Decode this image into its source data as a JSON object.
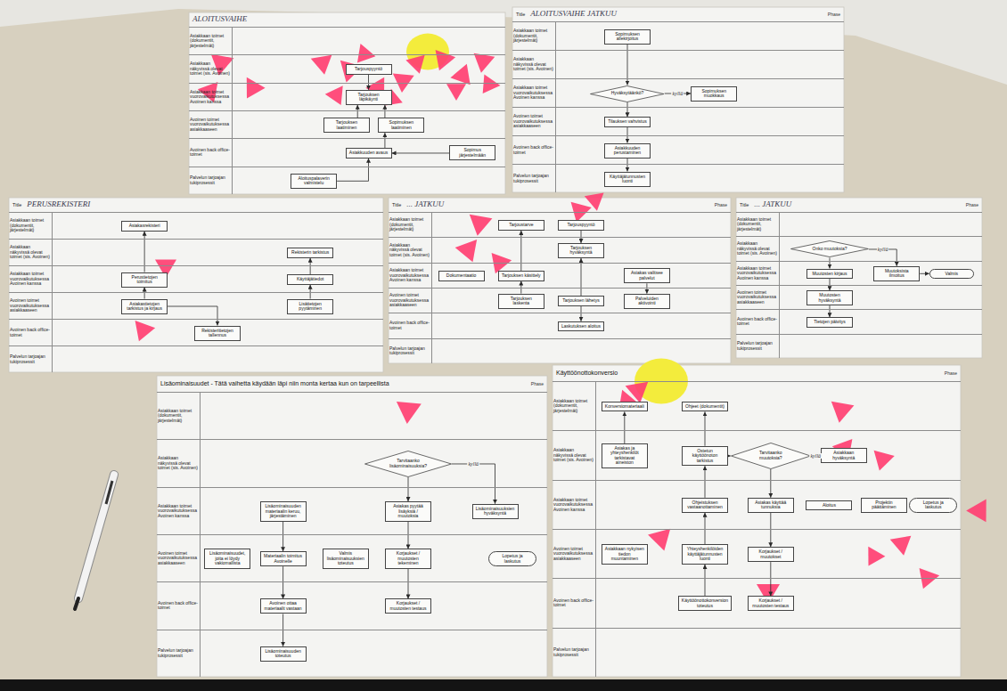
{
  "diagram": {
    "nodes": [
      {
        "text": [
          "ALOITUSVAIHE"
        ]
      },
      {
        "text": [
          "Asiakkaan toimet (dokumentit, järjestelmät)"
        ],
        "in": 0
      },
      {
        "text": [
          "Asiakkaan näkyvissä olevat toimet (sis. Avoinen)"
        ],
        "in": 0
      },
      {
        "text": [
          "Asiakkaan toimet vuorovaikutuksessa Avoinen kanssa"
        ],
        "in": 0
      },
      {
        "text": [
          "Avoinen toimet vuorovaikutuksessa asiakkaaseen"
        ],
        "in": 0
      },
      {
        "text": [
          "Avoinen back office-toimet"
        ],
        "in": 0
      },
      {
        "text": [
          "Palvelun tarjoajan tukiprosessit"
        ],
        "in": 0
      },
      {
        "text": [
          "Tarjouspyyntö"
        ],
        "in": 2
      },
      {
        "text": [
          "Tarjouksen läpikäynti"
        ],
        "in": 3
      },
      {
        "text": [
          "Tarjouksen laatiminen"
        ],
        "in": 4
      },
      {
        "text": [
          "Sopimuksen laatiminen"
        ],
        "in": 4
      },
      {
        "text": [
          "Asiakkuuden avaus"
        ],
        "in": 5
      },
      {
        "text": [
          "Sopimus järjestelmään"
        ],
        "in": 5
      },
      {
        "text": [
          "Aloituspalaverin valmistelu"
        ],
        "in": 6
      },
      {
        "text": [
          "Title",
          "ALOITUSVAIHE JATKUU"
        ]
      },
      {
        "text": [
          "Asiakkaan toimet (dokumentit, järjestelmät)"
        ],
        "in": 14
      },
      {
        "text": [
          "Asiakkaan näkyvissä olevat toimet (sis. Avoinen)"
        ],
        "in": 14
      },
      {
        "text": [
          "Asiakkaan toimet vuorovaikutuksessa Avoinen kanssa"
        ],
        "in": 14
      },
      {
        "text": [
          "Avoinen toimet vuorovaikutuksessa asiakkaaseen"
        ],
        "in": 14
      },
      {
        "text": [
          "Avoinen back office-toimet"
        ],
        "in": 14
      },
      {
        "text": [
          "Palvelun tarjoajan tukiprosessit"
        ],
        "in": 14
      },
      {
        "text": [
          "Sopimuksen allekirjoitus"
        ],
        "in": 15
      },
      {
        "text": [
          "Hyväksytäänkö?"
        ],
        "in": 17
      },
      {
        "text": [
          "Sopimuksen muokkaus"
        ],
        "in": 17
      },
      {
        "text": [
          "Tilauksen vahvistus"
        ],
        "in": 18
      },
      {
        "text": [
          "Asiakkuuden perustaminen"
        ],
        "in": 19
      },
      {
        "text": [
          "Käyttäjätunnusten luonti"
        ],
        "in": 20
      },
      {
        "text": [
          "Title",
          "PERUSREKISTERI"
        ]
      },
      {
        "text": [
          "Asiakkaan toimet (dokumentit, järjestelmät)"
        ],
        "in": 27
      },
      {
        "text": [
          "Asiakkaan näkyvissä olevat toimet (sis. Avoinen)"
        ],
        "in": 27
      },
      {
        "text": [
          "Asiakkaan toimet vuorovaikutuksessa Avoinen kanssa"
        ],
        "in": 27
      },
      {
        "text": [
          "Avoinen toimet vuorovaikutuksessa asiakkaaseen"
        ],
        "in": 27
      },
      {
        "text": [
          "Avoinen back office-toimet"
        ],
        "in": 27
      },
      {
        "text": [
          "Palvelun tarjoajan tukiprosessit"
        ],
        "in": 27
      },
      {
        "text": [
          "Asiakasrekisteri"
        ],
        "in": 28
      },
      {
        "text": [
          "Perustietojen toimitus"
        ],
        "in": 30
      },
      {
        "text": [
          "Asiakastietojen tarkistus ja kirjaus"
        ],
        "in": 31
      },
      {
        "text": [
          "Rekisterin tarkistus"
        ],
        "in": 29
      },
      {
        "text": [
          "Käyttäjätiedot"
        ],
        "in": 30
      },
      {
        "text": [
          "Lisätietojen pyytäminen"
        ],
        "in": 31
      },
      {
        "text": [
          "Rekisteritietojen tallennus"
        ],
        "in": 32
      },
      {
        "text": [
          "Title",
          "... JATKUU"
        ]
      },
      {
        "text": [
          "Asiakkaan toimet (dokumentit, järjestelmät)"
        ],
        "in": 41
      },
      {
        "text": [
          "Asiakkaan näkyvissä olevat toimet (sis. Avoinen)"
        ],
        "in": 41
      },
      {
        "text": [
          "Asiakkaan toimet vuorovaikutuksessa Avoinen kanssa"
        ],
        "in": 41
      },
      {
        "text": [
          "Avoinen toimet vuorovaikutuksessa asiakkaaseen"
        ],
        "in": 41
      },
      {
        "text": [
          "Avoinen back office-toimet"
        ],
        "in": 41
      },
      {
        "text": [
          "Palvelun tarjoajan tukiprosessit"
        ],
        "in": 41
      },
      {
        "text": [
          "Tarjoustarve"
        ],
        "in": 42
      },
      {
        "text": [
          "Tarjouspyyntö"
        ],
        "in": 42
      },
      {
        "text": [
          "Tarjouksen hyväksyntä"
        ],
        "in": 43
      },
      {
        "text": [
          "Tarjouksen käsittely"
        ],
        "in": 44
      },
      {
        "text": [
          "Tarjouksen laskenta"
        ],
        "in": 45
      },
      {
        "text": [
          "Tarjouksen lähetys"
        ],
        "in": 45
      },
      {
        "text": [
          "Asiakas valitsee palvelut"
        ],
        "in": 44
      },
      {
        "text": [
          "Palveluiden aktivointi"
        ],
        "in": 45
      },
      {
        "text": [
          "Dokumentaatio"
        ],
        "in": 44
      },
      {
        "text": [
          "Laskutuksen aloitus"
        ],
        "in": 46
      },
      {
        "text": [
          "Title",
          "... JATKUU"
        ]
      },
      {
        "text": [
          "Asiakkaan toimet (dokumentit, järjestelmät)"
        ],
        "in": 58
      },
      {
        "text": [
          "Asiakkaan näkyvissä olevat toimet (sis. Avoinen)"
        ],
        "in": 58
      },
      {
        "text": [
          "Asiakkaan toimet vuorovaikutuksessa Avoinen kanssa"
        ],
        "in": 58
      },
      {
        "text": [
          "Avoinen toimet vuorovaikutuksessa asiakkaaseen"
        ],
        "in": 58
      },
      {
        "text": [
          "Avoinen back office-toimet"
        ],
        "in": 58
      },
      {
        "text": [
          "Palvelun tarjoajan tukiprosessit"
        ],
        "in": 58
      },
      {
        "text": [
          "Onko muutoksia?"
        ],
        "in": 60
      },
      {
        "text": [
          "Muutosten kirjaus"
        ],
        "in": 61
      },
      {
        "text": [
          "Muutoksista ilmoitus"
        ],
        "in": 61
      },
      {
        "text": [
          "Valmis"
        ],
        "in": 61
      },
      {
        "text": [
          "Muutosten hyväksyntä"
        ],
        "in": 62
      },
      {
        "text": [
          "Tietojen päivitys"
        ],
        "in": 63
      },
      {
        "text": [
          "Lisäominaisuudet - Tätä vaihetta käydään läpi niin monta kertaa kun on tarpeellista"
        ]
      },
      {
        "text": [
          "Asiakkaan toimet (dokumentit, järjestelmät)"
        ],
        "in": 71
      },
      {
        "text": [
          "Asiakkaan näkyvissä olevat toimet (sis. Avoinen)"
        ],
        "in": 71
      },
      {
        "text": [
          "Asiakkaan toimet vuorovaikutuksessa Avoinen kanssa"
        ],
        "in": 71
      },
      {
        "text": [
          "Avoinen toimet vuorovaikutuksessa asiakkaaseen"
        ],
        "in": 71
      },
      {
        "text": [
          "Avoinen back office-toimet"
        ],
        "in": 71
      },
      {
        "text": [
          "Palvelun tarjoajan tukiprosessit"
        ],
        "in": 71
      },
      {
        "text": [
          "Lisäominaisuuden materiaalin keruu, järjestäminen"
        ],
        "in": 74
      },
      {
        "text": [
          "Materiaalin toimitus Avoinelle"
        ],
        "in": 75
      },
      {
        "text": [
          "Avoinen ottaa materiaalit vastaan"
        ],
        "in": 76
      },
      {
        "text": [
          "Lisäominaisuuden toteutus"
        ],
        "in": 77
      },
      {
        "text": [
          "Lisäominaisuudet, joita ei löydy vakiomallista"
        ],
        "in": 75
      },
      {
        "text": [
          "Valmis lisäominaisuuksien toteutus"
        ],
        "in": 75
      },
      {
        "text": [
          "Tarvitaanko lisäominaisuuksia?"
        ],
        "in": 73
      },
      {
        "text": [
          "Lisäominaisuuksien hyväksyntä"
        ],
        "in": 74
      },
      {
        "text": [
          "Asiakas pyytää lisäyksiä / muutoksia"
        ],
        "in": 74
      },
      {
        "text": [
          "Korjaukset / muutosten tekeminen"
        ],
        "in": 75
      },
      {
        "text": [
          "Korjaukset / muutosten testaus"
        ],
        "in": 76
      },
      {
        "text": [
          "Lopetus ja laskutus"
        ],
        "in": 75
      },
      {
        "text": [
          "Käyttöönottokonversio"
        ]
      },
      {
        "text": [
          "Asiakkaan toimet (dokumentit, järjestelmät)"
        ],
        "in": 90
      },
      {
        "text": [
          "Asiakkaan näkyvissä olevat toimet (sis. Avoinen)"
        ],
        "in": 90
      },
      {
        "text": [
          "Asiakkaan toimet vuorovaikutuksessa Avoinen kanssa"
        ],
        "in": 90
      },
      {
        "text": [
          "Avoinen toimet vuorovaikutuksessa asiakkaaseen"
        ],
        "in": 90
      },
      {
        "text": [
          "Avoinen back office-toimet"
        ],
        "in": 90
      },
      {
        "text": [
          "Palvelun tarjoajan tukiprosessit"
        ],
        "in": 90
      },
      {
        "text": [
          "Konversiomateriaali"
        ],
        "in": 91
      },
      {
        "text": [
          "Ohjeet (dokumentit)"
        ],
        "in": 91
      },
      {
        "text": [
          "Asiakas ja yhteyshenkilöt tarkistavat aineiston"
        ],
        "in": 92
      },
      {
        "text": [
          "Ostetun käyttöönoton tarkistus"
        ],
        "in": 92
      },
      {
        "text": [
          "Tarvitaanko muutoksia?"
        ],
        "in": 92
      },
      {
        "text": [
          "Asiakkaan hyväksyntä"
        ],
        "in": 92
      },
      {
        "text": [
          "Asiakkaan nykyisen tiedon muuntaminen"
        ],
        "in": 94
      },
      {
        "text": [
          "Ohjeistuksen vastaanottaminen"
        ],
        "in": 93
      },
      {
        "text": [
          "Asiakas käyttää tunnuksia"
        ],
        "in": 93
      },
      {
        "text": [
          "Aloitus"
        ],
        "in": 93
      },
      {
        "text": [
          "Projektin päättäminen"
        ],
        "in": 93
      },
      {
        "text": [
          "Lopetus ja laskutus"
        ],
        "in": 93
      },
      {
        "text": [
          "Yhteyshenkilöiden käyttäjätunnusten luonti"
        ],
        "in": 94
      },
      {
        "text": [
          "Korjaukset / muutokset"
        ],
        "in": 94
      },
      {
        "text": [
          "Käyttöönottokonversion toteutus"
        ],
        "in": 95
      },
      {
        "text": [
          "Korjaukset / muutosten testaus"
        ],
        "in": 95
      }
    ],
    "edges": [
      {
        "from": 7,
        "to": 8,
        "arrow": "to"
      },
      {
        "from": 9,
        "to": 8,
        "arrow": "to"
      },
      {
        "from": 10,
        "to": 8,
        "arrow": "to"
      },
      {
        "from": 11,
        "to": 10,
        "arrow": "to"
      },
      {
        "from": 13,
        "to": 11,
        "arrow": "to"
      },
      {
        "from": 12,
        "to": 11,
        "arrow": "to"
      },
      {
        "from": 21,
        "to": 22,
        "arrow": "to"
      },
      {
        "from": 22,
        "to": 23,
        "label": "kyllä",
        "arrow": "to"
      },
      {
        "from": 22,
        "to": 24,
        "arrow": "to"
      },
      {
        "from": 24,
        "to": 25,
        "arrow": "to"
      },
      {
        "from": 25,
        "to": 26,
        "arrow": "to"
      },
      {
        "from": 35,
        "to": 34,
        "arrow": "to"
      },
      {
        "from": 36,
        "to": 35,
        "arrow": "to"
      },
      {
        "from": 39,
        "to": 38,
        "arrow": "to"
      },
      {
        "from": 38,
        "to": 37,
        "arrow": "to"
      },
      {
        "from": 36,
        "to": 40,
        "arrow": "to"
      },
      {
        "from": 49,
        "to": 50,
        "arrow": "to"
      },
      {
        "from": 52,
        "to": 51,
        "arrow": "to"
      },
      {
        "from": 51,
        "to": 48,
        "arrow": "to"
      },
      {
        "from": 53,
        "to": 50,
        "arrow": "to"
      },
      {
        "from": 54,
        "to": 55,
        "arrow": "to"
      },
      {
        "from": 53,
        "to": 57,
        "arrow": "to"
      },
      {
        "from": 65,
        "to": 66,
        "arrow": "to"
      },
      {
        "from": 65,
        "to": 67,
        "label": "kyllä",
        "arrow": "to"
      },
      {
        "from": 67,
        "to": 68,
        "arrow": "to"
      },
      {
        "from": 66,
        "to": 69,
        "arrow": "to"
      },
      {
        "from": 69,
        "to": 70,
        "arrow": "to"
      },
      {
        "from": 78,
        "to": 79,
        "arrow": "to"
      },
      {
        "from": 79,
        "to": 80,
        "arrow": "to"
      },
      {
        "from": 80,
        "to": 81,
        "arrow": "to"
      },
      {
        "from": 84,
        "to": 86,
        "arrow": "to"
      },
      {
        "from": 84,
        "to": 85,
        "label": "kyllä",
        "arrow": "to"
      },
      {
        "from": 86,
        "to": 87,
        "arrow": "to"
      },
      {
        "from": 87,
        "to": 88,
        "arrow": "to"
      },
      {
        "from": 99,
        "to": 97,
        "arrow": "to"
      },
      {
        "from": 100,
        "to": 98,
        "arrow": "to"
      },
      {
        "from": 100,
        "to": 101,
        "arrow": "to"
      },
      {
        "from": 101,
        "to": 102,
        "label": "kyllä",
        "arrow": "to"
      },
      {
        "from": 101,
        "to": 105,
        "arrow": "to"
      },
      {
        "from": 105,
        "to": 110,
        "arrow": "to"
      },
      {
        "from": 110,
        "to": 112,
        "arrow": "to"
      },
      {
        "from": 104,
        "to": 100,
        "arrow": "to"
      },
      {
        "from": 109,
        "to": 104,
        "arrow": "to"
      },
      {
        "from": 111,
        "to": 109,
        "arrow": "to"
      }
    ],
    "labels": [
      "Phase",
      "Phase",
      "Phase",
      "Phase",
      "Phase"
    ]
  }
}
